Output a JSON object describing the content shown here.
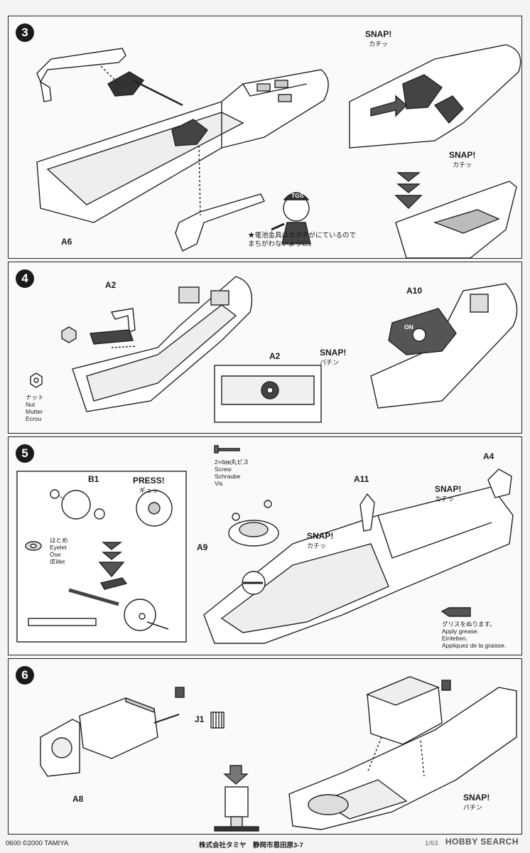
{
  "steps": [
    {
      "number": "3",
      "parts": [
        "A6"
      ],
      "snaps": [
        {
          "title": "SNAP!",
          "sub": "カチッ"
        },
        {
          "title": "SNAP!",
          "sub": "カチッ"
        }
      ],
      "note": "★電池金具はカタチがにているので\nまちがわないように。",
      "mascot_badge": "TGS"
    },
    {
      "number": "4",
      "parts": [
        "A2",
        "A2",
        "A10"
      ],
      "nut": "ナット\nNut\nMutter\nEcrou",
      "snap": {
        "title": "SNAP!",
        "sub": "パチン"
      },
      "cover_mark": "ON"
    },
    {
      "number": "5",
      "parts": [
        "B1",
        "A9",
        "A11",
        "A4"
      ],
      "press": {
        "title": "PRESS!",
        "sub": "ギュッ"
      },
      "eyelet": "はとめ\nEyelet\nÖse\nŒillet",
      "screw": "2×6㎜丸ビス\nScrew\nSchraube\nVis",
      "snaps": [
        {
          "title": "SNAP!",
          "sub": "カチッ"
        },
        {
          "title": "SNAP!",
          "sub": "カチッ"
        }
      ],
      "grease": "グリスをぬります。\nApply grease.\nEinfetten.\nAppliquez de la graisse."
    },
    {
      "number": "6",
      "parts": [
        "J1",
        "A8"
      ],
      "snap": {
        "title": "SNAP!",
        "sub": "パチン"
      }
    }
  ],
  "footer": {
    "left": "0600 ©2000 TAMIYA",
    "center": "株式会社タミヤ　静岡市恩田原3-7",
    "page": "1/63",
    "watermark": "HOBBY SEARCH"
  }
}
